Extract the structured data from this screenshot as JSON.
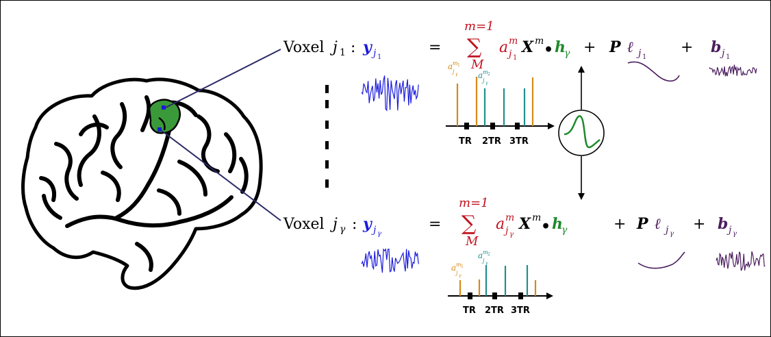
{
  "colors": {
    "blue": "#1a1adb",
    "red": "#c1121f",
    "green": "#1f8a2b",
    "purple": "#4b1d5e",
    "orange": "#d48a17",
    "teal": "#1f8f8a",
    "navy": "#2a2a66",
    "brain_fill": "#ffffff",
    "roi_fill": "#3a9a3a"
  },
  "row1": {
    "voxel_word": "Voxel",
    "voxel_sym": "j",
    "voxel_sub": "1",
    "colon": ":",
    "y_sym": "y",
    "y_sub_j": "j",
    "y_sub_n": "1",
    "equals": "=",
    "sum_top": "m=1",
    "sum_sym": "∑",
    "sum_bottom": "M",
    "a_sym": "a",
    "a_sup": "m",
    "a_sub_j": "j",
    "a_sub_n": "1",
    "X_sym": "X",
    "X_sup": "m",
    "conv": "•",
    "h_sym": "h",
    "h_sub": "γ",
    "plus1": "+",
    "P_sym": "P",
    "l_sym": "ℓ",
    "l_sub_j": "j",
    "l_sub_n": "1",
    "plus2": "+",
    "b_sym": "b",
    "b_sub_j": "j",
    "b_sub_n": "1"
  },
  "row2": {
    "voxel_word": "Voxel",
    "voxel_sym": "j",
    "voxel_sub": "γ",
    "colon": ":",
    "y_sym": "y",
    "y_sub_j": "j",
    "y_sub_n": "γ",
    "equals": "=",
    "sum_top": "m=1",
    "sum_sym": "∑",
    "sum_bottom": "M",
    "a_sym": "a",
    "a_sup": "m",
    "a_sub_j": "j",
    "a_sub_n": "γ",
    "X_sym": "X",
    "X_sup": "m",
    "conv": "•",
    "h_sym": "h",
    "h_sub": "γ",
    "plus1": "+",
    "P_sym": "P",
    "l_sym": "ℓ",
    "l_sub_j": "j",
    "l_sub_n": "γ",
    "plus2": "+",
    "b_sym": "b",
    "b_sub_j": "j",
    "b_sub_n": "γ"
  },
  "stim1": {
    "label_a1": "a",
    "label_a1_sup": "m",
    "label_a1_sup_sub": "1",
    "label_a1_sub": "j",
    "label_a1_sub_sub": "γ",
    "label_a2": "a",
    "label_a2_sup": "m",
    "label_a2_sup_sub": "2",
    "label_a2_sub": "j",
    "label_a2_sub_sub": "γ",
    "ticks": [
      "TR",
      "2TR",
      "3TR"
    ]
  },
  "stim2": {
    "label_a1": "a",
    "label_a1_sup": "m",
    "label_a1_sup_sub": "1",
    "label_a1_sub": "j",
    "label_a1_sub_sub": "γ",
    "label_a2": "a",
    "label_a2_sup": "m",
    "label_a2_sup_sub": "2",
    "label_a2_sub": "j",
    "label_a2_sub_sub": "γ",
    "ticks": [
      "TR",
      "2TR",
      "3TR"
    ]
  }
}
